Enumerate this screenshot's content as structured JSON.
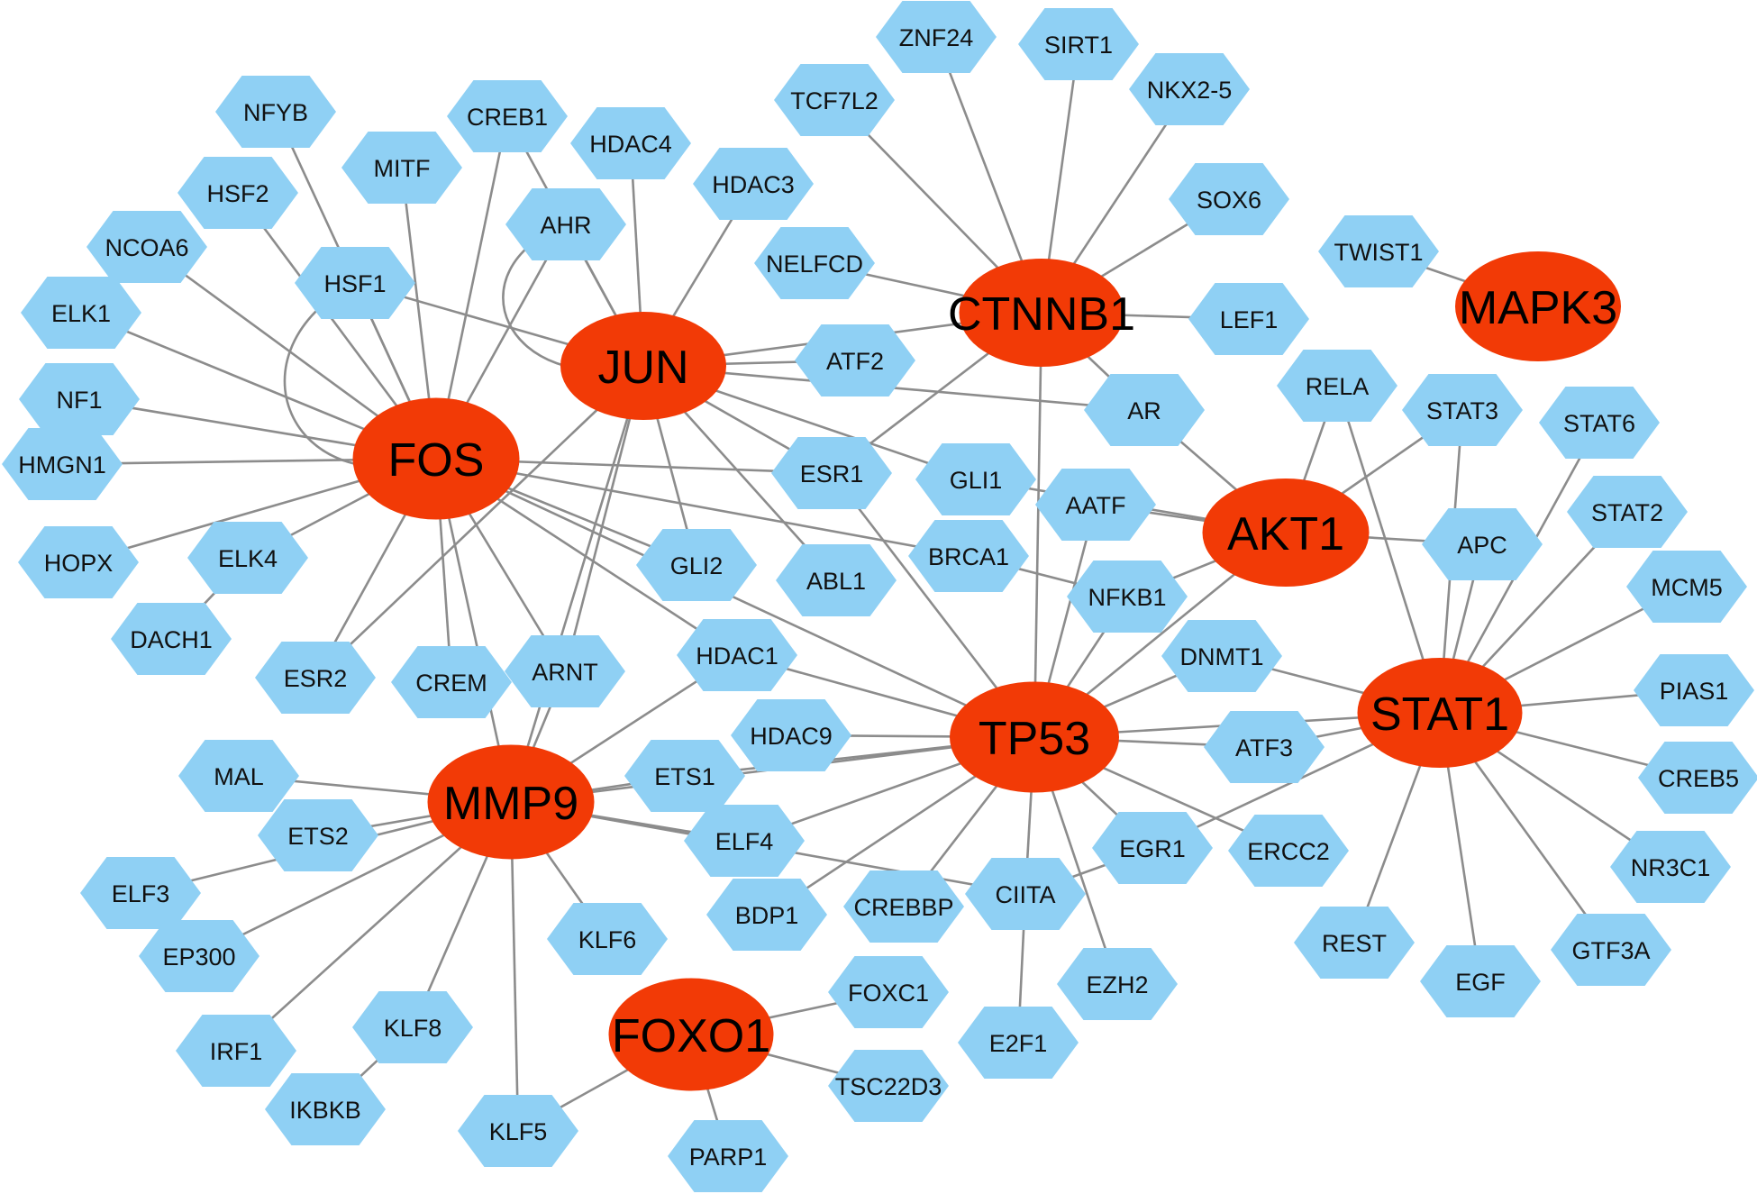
{
  "network": {
    "hubs": [
      "FOS",
      "JUN",
      "CTNNB1",
      "MAPK3",
      "AKT1",
      "STAT1",
      "TP53",
      "MMP9",
      "FOXO1"
    ],
    "genes": [
      "ZNF24",
      "SIRT1",
      "NKX2-5",
      "TCF7L2",
      "SOX6",
      "NELFCD",
      "LEF1",
      "TWIST1",
      "NFYB",
      "CREB1",
      "HDAC4",
      "HDAC3",
      "MITF",
      "HSF2",
      "AHR",
      "NCOA6",
      "HSF1",
      "ELK1",
      "NF1",
      "HMGN1",
      "HOPX",
      "ELK4",
      "DACH1",
      "ESR2",
      "CREM",
      "ARNT",
      "ATF2",
      "AR",
      "ESR1",
      "GLI1",
      "AATF",
      "GLI2",
      "ABL1",
      "BRCA1",
      "NFKB1",
      "RELA",
      "STAT3",
      "STAT6",
      "APC",
      "STAT2",
      "MCM5",
      "PIAS1",
      "CREB5",
      "NR3C1",
      "GTF3A",
      "EGF",
      "REST",
      "DNMT1",
      "ATF3",
      "HDAC1",
      "HDAC9",
      "ETS1",
      "MAL",
      "ETS2",
      "ELF4",
      "ELF3",
      "EP300",
      "KLF6",
      "BDP1",
      "CREBBP",
      "CIITA",
      "EGR1",
      "ERCC2",
      "EZH2",
      "E2F1",
      "FOXC1",
      "TSC22D3",
      "PARP1",
      "KLF5",
      "KLF8",
      "IKBKB",
      "IRF1"
    ],
    "edges": [
      [
        "ZNF24",
        "CTNNB1"
      ],
      [
        "SIRT1",
        "CTNNB1"
      ],
      [
        "NKX2-5",
        "CTNNB1"
      ],
      [
        "TCF7L2",
        "CTNNB1"
      ],
      [
        "SOX6",
        "CTNNB1"
      ],
      [
        "NELFCD",
        "CTNNB1"
      ],
      [
        "LEF1",
        "CTNNB1"
      ],
      [
        "CTNNB1",
        "JUN"
      ],
      [
        "CTNNB1",
        "AR"
      ],
      [
        "CTNNB1",
        "ESR1"
      ],
      [
        "CTNNB1",
        "TP53"
      ],
      [
        "TWIST1",
        "MAPK3"
      ],
      [
        "NFYB",
        "FOS"
      ],
      [
        "CREB1",
        "FOS"
      ],
      [
        "CREB1",
        "JUN"
      ],
      [
        "HDAC4",
        "JUN"
      ],
      [
        "HDAC3",
        "JUN"
      ],
      [
        "MITF",
        "FOS"
      ],
      [
        "HSF2",
        "FOS"
      ],
      [
        "AHR",
        "FOS"
      ],
      [
        "AHR",
        "JUN"
      ],
      [
        "NCOA6",
        "FOS"
      ],
      [
        "HSF1",
        "FOS"
      ],
      [
        "HSF1",
        "JUN"
      ],
      [
        "ELK1",
        "FOS"
      ],
      [
        "NF1",
        "FOS"
      ],
      [
        "HMGN1",
        "FOS"
      ],
      [
        "HOPX",
        "FOS"
      ],
      [
        "ELK4",
        "FOS"
      ],
      [
        "ELK4",
        "DACH1"
      ],
      [
        "ESR2",
        "FOS"
      ],
      [
        "CREM",
        "FOS"
      ],
      [
        "ARNT",
        "FOS"
      ],
      [
        "ARNT",
        "JUN"
      ],
      [
        "ARNT",
        "MMP9"
      ],
      [
        "JUN",
        "ATF2"
      ],
      [
        "JUN",
        "AR"
      ],
      [
        "JUN",
        "ESR1"
      ],
      [
        "JUN",
        "GLI1"
      ],
      [
        "JUN",
        "GLI2"
      ],
      [
        "JUN",
        "ABL1"
      ],
      [
        "JUN",
        "ESR2"
      ],
      [
        "JUN",
        "MMP9"
      ],
      [
        "FOS",
        "ESR1"
      ],
      [
        "FOS",
        "BRCA1"
      ],
      [
        "FOS",
        "GLI2"
      ],
      [
        "FOS",
        "HDAC1"
      ],
      [
        "FOS",
        "MMP9"
      ],
      [
        "FOS",
        "TP53"
      ],
      [
        "AR",
        "AKT1"
      ],
      [
        "AATF",
        "AKT1"
      ],
      [
        "AATF",
        "TP53"
      ],
      [
        "GLI1",
        "AKT1"
      ],
      [
        "BRCA1",
        "NFKB1"
      ],
      [
        "NFKB1",
        "AKT1"
      ],
      [
        "NFKB1",
        "TP53"
      ],
      [
        "AKT1",
        "RELA"
      ],
      [
        "AKT1",
        "STAT3"
      ],
      [
        "AKT1",
        "APC"
      ],
      [
        "AKT1",
        "TP53"
      ],
      [
        "RELA",
        "STAT1"
      ],
      [
        "STAT3",
        "STAT1"
      ],
      [
        "STAT6",
        "STAT1"
      ],
      [
        "APC",
        "STAT1"
      ],
      [
        "STAT2",
        "STAT1"
      ],
      [
        "MCM5",
        "STAT1"
      ],
      [
        "PIAS1",
        "STAT1"
      ],
      [
        "CREB5",
        "STAT1"
      ],
      [
        "NR3C1",
        "STAT1"
      ],
      [
        "GTF3A",
        "STAT1"
      ],
      [
        "EGF",
        "STAT1"
      ],
      [
        "REST",
        "STAT1"
      ],
      [
        "DNMT1",
        "STAT1"
      ],
      [
        "DNMT1",
        "TP53"
      ],
      [
        "ATF3",
        "STAT1"
      ],
      [
        "ATF3",
        "TP53"
      ],
      [
        "EGR1",
        "STAT1"
      ],
      [
        "EGR1",
        "TP53"
      ],
      [
        "ESR1",
        "TP53"
      ],
      [
        "HDAC1",
        "TP53"
      ],
      [
        "HDAC1",
        "MMP9"
      ],
      [
        "HDAC9",
        "TP53"
      ],
      [
        "ETS1",
        "TP53"
      ],
      [
        "ETS1",
        "MMP9"
      ],
      [
        "MMP9",
        "TP53"
      ],
      [
        "MAL",
        "MMP9"
      ],
      [
        "ETS2",
        "MMP9"
      ],
      [
        "ELF4",
        "MMP9"
      ],
      [
        "ELF4",
        "TP53"
      ],
      [
        "ELF3",
        "MMP9"
      ],
      [
        "EP300",
        "MMP9"
      ],
      [
        "KLF6",
        "MMP9"
      ],
      [
        "KLF5",
        "MMP9"
      ],
      [
        "KLF8",
        "MMP9"
      ],
      [
        "IRF1",
        "MMP9"
      ],
      [
        "KLF8",
        "IKBKB"
      ],
      [
        "BDP1",
        "TP53"
      ],
      [
        "CREBBP",
        "TP53"
      ],
      [
        "CIITA",
        "TP53"
      ],
      [
        "CIITA",
        "MMP9"
      ],
      [
        "CIITA",
        "EGR1"
      ],
      [
        "CIITA",
        "E2F1"
      ],
      [
        "ERCC2",
        "TP53"
      ],
      [
        "EZH2",
        "TP53"
      ],
      [
        "FOXO1",
        "FOXC1"
      ],
      [
        "FOXO1",
        "TSC22D3"
      ],
      [
        "FOXO1",
        "PARP1"
      ],
      [
        "FOXO1",
        "KLF5"
      ],
      [
        "TP53",
        "STAT1"
      ]
    ],
    "loops": [
      [
        "HSF1",
        "FOS"
      ],
      [
        "AHR",
        "JUN"
      ]
    ]
  }
}
